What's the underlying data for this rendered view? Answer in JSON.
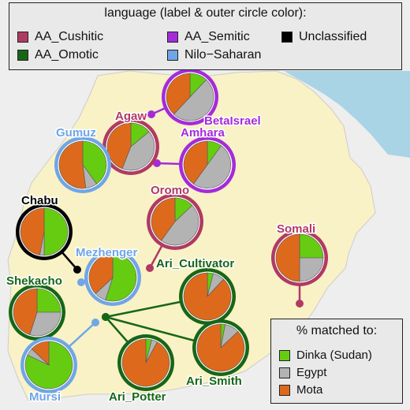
{
  "language_legend": {
    "title": "language (label & outer circle color):",
    "items": [
      {
        "label": "AA_Cushitic",
        "color": "#b03a63"
      },
      {
        "label": "AA_Semitic",
        "color": "#a52bd9"
      },
      {
        "label": "Unclassified",
        "color": "#000000"
      },
      {
        "label": "AA_Omotic",
        "color": "#176617"
      },
      {
        "label": "Nilo−Saharan",
        "color": "#6fa6e6"
      }
    ]
  },
  "percent_legend": {
    "title": "% matched to:",
    "items": [
      {
        "label": "Dinka (Sudan)",
        "color": "#66cc11"
      },
      {
        "label": "Egypt",
        "color": "#b3b3b3"
      },
      {
        "label": "Mota",
        "color": "#dd6a1c"
      }
    ]
  },
  "map_colors": {
    "land": "#f9f2c6",
    "sea": "#a9d4e6",
    "outside": "#eeeeee",
    "border": "#cccccc"
  },
  "populations": [
    {
      "name": "BetaIsrael",
      "language": "AA_Semitic",
      "shares": {
        "dinka": 0.12,
        "egypt": 0.5,
        "mota": 0.38
      }
    },
    {
      "name": "Agaw",
      "language": "AA_Cushitic",
      "shares": {
        "dinka": 0.14,
        "egypt": 0.42,
        "mota": 0.44
      }
    },
    {
      "name": "Amhara",
      "language": "AA_Semitic",
      "shares": {
        "dinka": 0.1,
        "egypt": 0.5,
        "mota": 0.4
      }
    },
    {
      "name": "Gumuz",
      "language": "Nilo−Saharan",
      "shares": {
        "dinka": 0.4,
        "egypt": 0.08,
        "mota": 0.52
      }
    },
    {
      "name": "Oromo",
      "language": "AA_Cushitic",
      "shares": {
        "dinka": 0.13,
        "egypt": 0.47,
        "mota": 0.4
      }
    },
    {
      "name": "Chabu",
      "language": "Unclassified",
      "shares": {
        "dinka": 0.5,
        "egypt": 0.03,
        "mota": 0.47
      }
    },
    {
      "name": "Somali",
      "language": "AA_Cushitic",
      "shares": {
        "dinka": 0.25,
        "egypt": 0.25,
        "mota": 0.5
      }
    },
    {
      "name": "Mezhenger",
      "language": "Nilo−Saharan",
      "shares": {
        "dinka": 0.55,
        "egypt": 0.08,
        "mota": 0.37
      }
    },
    {
      "name": "Ari_Cultivator",
      "language": "AA_Omotic",
      "shares": {
        "dinka": 0.04,
        "egypt": 0.08,
        "mota": 0.88
      }
    },
    {
      "name": "Shekacho",
      "language": "AA_Omotic",
      "shares": {
        "dinka": 0.25,
        "egypt": 0.3,
        "mota": 0.45
      }
    },
    {
      "name": "Ari_Smith",
      "language": "AA_Omotic",
      "shares": {
        "dinka": 0.03,
        "egypt": 0.1,
        "mota": 0.87
      }
    },
    {
      "name": "Mursi",
      "language": "Nilo−Saharan",
      "shares": {
        "dinka": 0.82,
        "egypt": 0.05,
        "mota": 0.13
      }
    },
    {
      "name": "Ari_Potter",
      "language": "AA_Omotic",
      "shares": {
        "dinka": 0.04,
        "egypt": 0.04,
        "mota": 0.92
      }
    }
  ]
}
